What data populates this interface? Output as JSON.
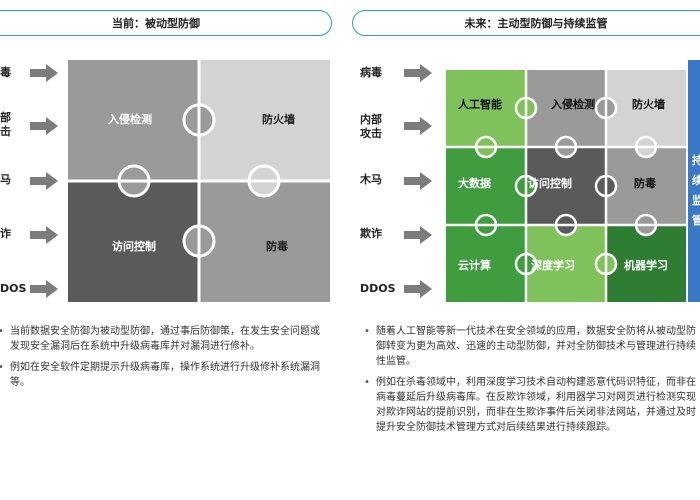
{
  "left": {
    "header": "当前：被动型防御",
    "threats": [
      "毒",
      "部\n击",
      "马",
      "诈",
      "DOS"
    ],
    "blocks": {
      "intrusion": "入侵检测",
      "firewall": "防火墙",
      "access": "访问控制",
      "antivirus": "防毒"
    },
    "bullets": [
      "当前数据安全防御为被动型防御，通过事后防御策，在发生安全问题或发现安全漏洞后在系统中升级病毒库并对漏洞进行修补。",
      "例如在安全软件定期提示升级病毒库，操作系统进行升级修补系统漏洞等。"
    ]
  },
  "right": {
    "header": "未来：主动型防御与持续监管",
    "threats": [
      "病毒",
      "内部\n攻击",
      "木马",
      "欺诈",
      "DDOS"
    ],
    "blocks": {
      "ai": "人工智能",
      "intrusion": "入侵检测",
      "firewall": "防火墙",
      "bigdata": "大数据",
      "access": "访问控制",
      "antivirus": "防毒",
      "cloud": "云计算",
      "deep": "深度学习",
      "ml": "机器学习"
    },
    "side": [
      "持",
      "续",
      "监",
      "管"
    ],
    "bullets": [
      "随着人工智能等新一代技术在安全领域的应用，数据安全防将从被动型防御转变为更为高效、迅速的主动型防御，并对全防御技术与管理进行持续性监管。",
      "例如在杀毒领域中，利用深度学习技术自动构建恶意代码识特征，而非在病毒蔓延后升级病毒库。在反欺诈领域，利用器学习对网页进行检测实现对欺诈网站的提前识别，而非在生欺诈事件后关闭非法网站，并通过及时提升安全防御技术管理方式对后续结果进行持续跟踪。"
    ]
  },
  "colors": {
    "accent": "#2f9fb8",
    "gray_light": "#9a9a9a",
    "gray_mid": "#7c7c7c",
    "gray_dark": "#5a5a5a",
    "green_light": "#7fc15a",
    "green_mid": "#3f9c3f",
    "green_dark": "#2f7d33",
    "blue_side": "#3a78c8"
  }
}
